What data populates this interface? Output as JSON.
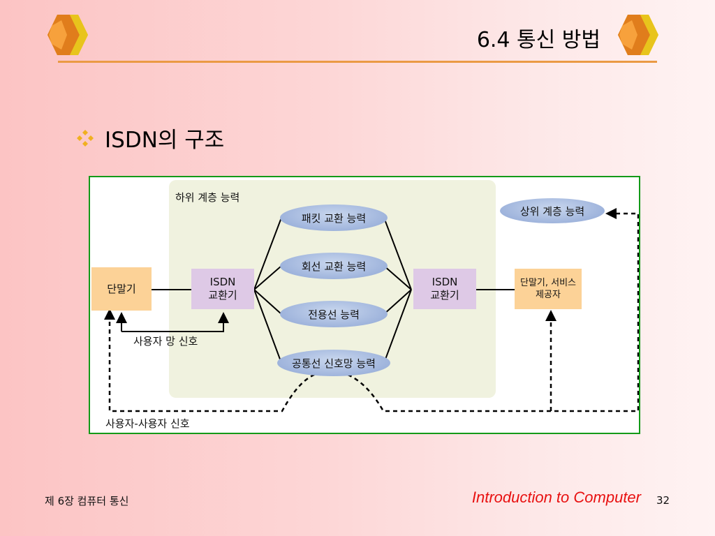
{
  "header": {
    "title": "6.4 통신 방법"
  },
  "section": {
    "heading": "ISDN의 구조"
  },
  "diagram": {
    "lower_layer_label": "하위 계층 능력",
    "upper_layer_label": "상위 계층 능력",
    "capabilities": [
      "패킷 교환 능력",
      "회선 교환 능력",
      "전용선 능력",
      "공통선 신호망 능력"
    ],
    "left_terminal": "단말기",
    "left_switch": {
      "line1": "ISDN",
      "line2": "교환기"
    },
    "right_switch": {
      "line1": "ISDN",
      "line2": "교환기"
    },
    "right_terminal": {
      "line1": "단말기, 서비스",
      "line2": "제공자"
    },
    "user_network_signal": "사용자 망 신호",
    "user_user_signal": "사용자-사용자 신호"
  },
  "footer": {
    "chapter": "제 6장 컴퓨터 통신",
    "course": "Introduction to Computer",
    "page": "32"
  },
  "colors": {
    "accent_rule": "#ea9a44",
    "diagram_border": "#139a18",
    "footer_course": "#e81010"
  }
}
